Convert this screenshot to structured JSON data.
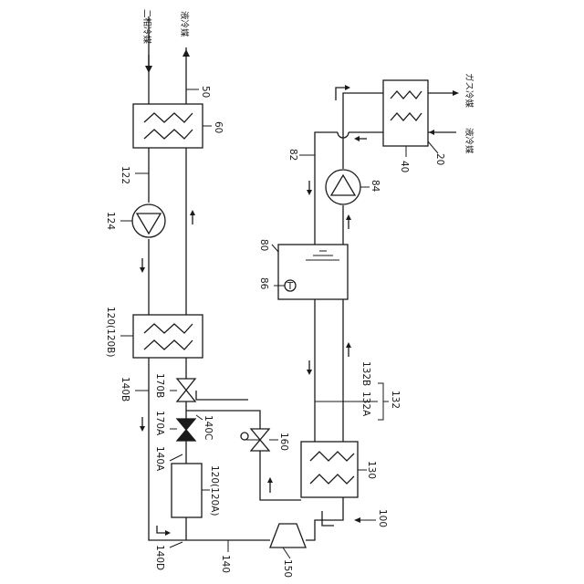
{
  "labels": {
    "two_phase_refrigerant": "二相冷媒",
    "liquid_refrigerant_top": "液冷媒",
    "gas_refrigerant": "ガス冷媒",
    "liquid_refrigerant_right": "液冷媒",
    "n50": "50",
    "n60": "60",
    "n122": "122",
    "n124": "124",
    "n120_120B": "120(120B)",
    "n140B": "140B",
    "n170B": "170B",
    "n170A": "170A",
    "n140C": "140C",
    "n140A": "140A",
    "n120_120A": "120(120A)",
    "n140D": "140D",
    "n140": "140",
    "n150": "150",
    "n160": "160",
    "n130": "130",
    "n100": "100",
    "n132A": "132A",
    "n132B": "132B",
    "n132": "132",
    "n80": "80",
    "n86": "86",
    "n82": "82",
    "n84": "84",
    "n40": "40",
    "n20": "20",
    "tank_sensor_symbol": "T"
  }
}
